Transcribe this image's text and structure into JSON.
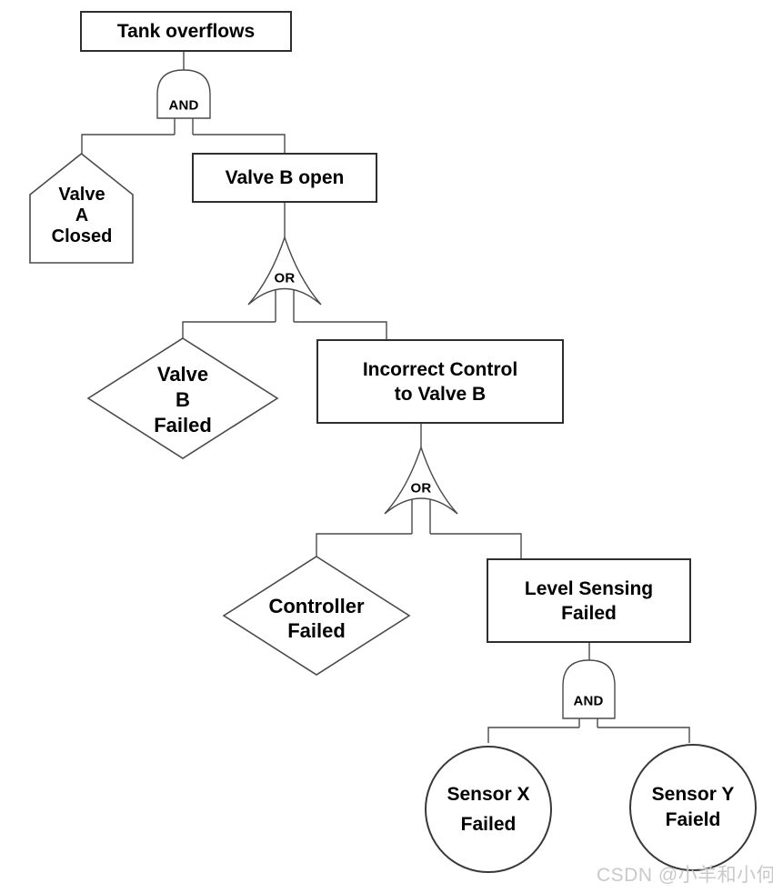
{
  "diagram_type": "fault-tree",
  "watermark": "CSDN @小羊和小何",
  "colors": {
    "background": "#ffffff",
    "line": "#4a4a4a",
    "node_border": "#2e2e2e",
    "text": "#000000",
    "watermark": "#c9c9c9"
  },
  "gates": {
    "and1": "AND",
    "or1": "OR",
    "or2": "OR",
    "and2": "AND"
  },
  "nodes": {
    "tank_overflows": {
      "shape": "rectangle",
      "lines": [
        "Tank overflows"
      ]
    },
    "valve_a_closed": {
      "shape": "house",
      "lines": [
        "Valve",
        "A",
        "Closed"
      ]
    },
    "valve_b_open": {
      "shape": "rectangle",
      "lines": [
        "Valve B open"
      ]
    },
    "valve_b_failed": {
      "shape": "diamond",
      "lines": [
        "Valve",
        "B",
        "Failed"
      ]
    },
    "incorrect_control": {
      "shape": "rectangle",
      "lines": [
        "Incorrect Control",
        "to Valve B"
      ]
    },
    "controller_failed": {
      "shape": "diamond",
      "lines": [
        "Controller",
        "Failed"
      ]
    },
    "level_sensing_failed": {
      "shape": "rectangle",
      "lines": [
        "Level Sensing",
        "Failed"
      ]
    },
    "sensor_x_failed": {
      "shape": "circle",
      "lines": [
        "Sensor X",
        "Failed"
      ]
    },
    "sensor_y_faield": {
      "shape": "circle",
      "lines": [
        "Sensor Y",
        "Faield"
      ]
    }
  },
  "tree": {
    "root": "tank_overflows",
    "relations": [
      {
        "parent": "tank_overflows",
        "gate": "AND",
        "children": [
          "valve_a_closed",
          "valve_b_open"
        ]
      },
      {
        "parent": "valve_b_open",
        "gate": "OR",
        "children": [
          "valve_b_failed",
          "incorrect_control"
        ]
      },
      {
        "parent": "incorrect_control",
        "gate": "OR",
        "children": [
          "controller_failed",
          "level_sensing_failed"
        ]
      },
      {
        "parent": "level_sensing_failed",
        "gate": "AND",
        "children": [
          "sensor_x_failed",
          "sensor_y_faield"
        ]
      }
    ]
  }
}
